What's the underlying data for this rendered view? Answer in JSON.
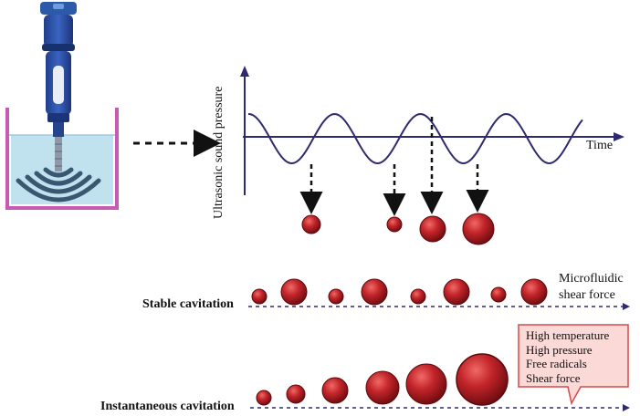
{
  "diagram": {
    "y_axis_label": "Ultrasonic sound pressure",
    "x_axis_label": "Time",
    "stable_label": "Stable cavitation",
    "instantaneous_label": "Instantaneous cavitation",
    "microfluidic_label": [
      "Microfluidic",
      "shear force"
    ],
    "callout_items": [
      "High temperature",
      "High pressure",
      "Free radicals",
      "Shear force"
    ]
  },
  "colors": {
    "axis": "#2e2a6e",
    "bubble": "#b01e24",
    "bubble_dark": "#6e0c10",
    "beaker": "#c85ab4",
    "liquid": "#bfe2ee",
    "probe": "#2a4fa0",
    "callout_fill": "#fbd9d6",
    "callout_stroke": "#d8484a"
  }
}
